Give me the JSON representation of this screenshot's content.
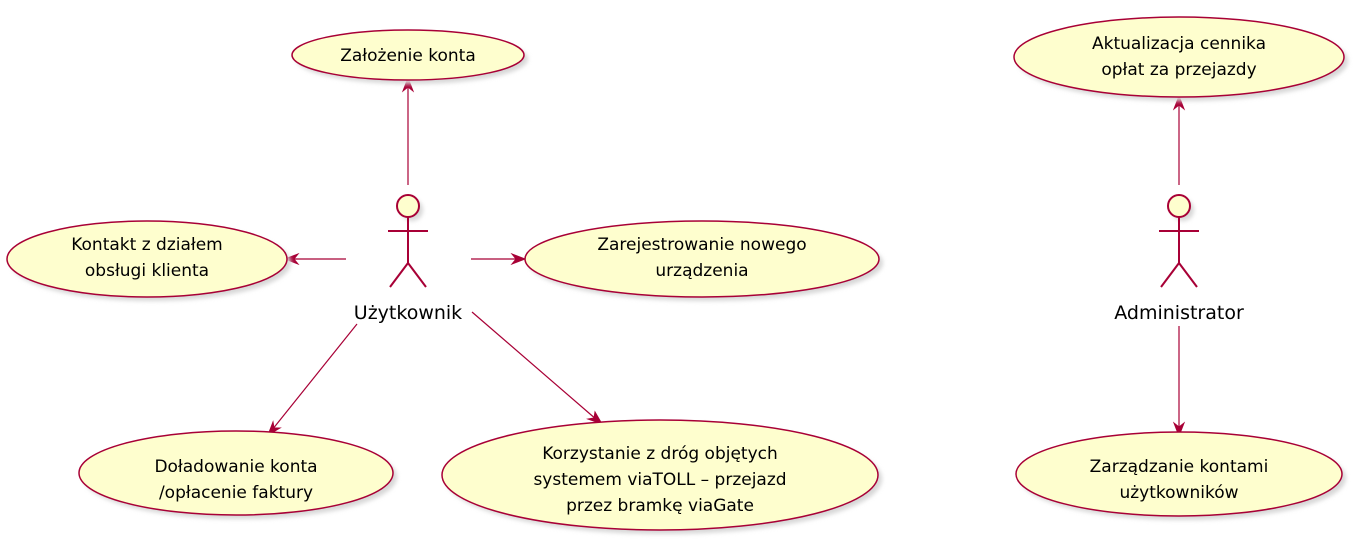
{
  "actors": {
    "user": {
      "name": "Użytkownik"
    },
    "admin": {
      "name": "Administrator"
    }
  },
  "use_cases": {
    "create_account": [
      "Założenie konta"
    ],
    "contact_support": [
      "Kontakt z działem",
      "obsługi klienta"
    ],
    "register_device": [
      "Zarejestrowanie nowego",
      "urządzenia"
    ],
    "top_up": [
      "Doładowanie konta",
      "/opłacenie faktury"
    ],
    "use_roads": [
      "Korzystanie z dróg objętych",
      "systemem viaTOLL – przejazd",
      "przez bramkę viaGate"
    ],
    "update_prices": [
      "Aktualizacja cennika",
      "opłat za przejazdy"
    ],
    "manage_accounts": [
      "Zarządzanie kontami",
      "użytkowników"
    ]
  },
  "colors": {
    "use_case_fill": "#FEFECE",
    "border": "#A80036",
    "shadow": "#d7d7d7"
  }
}
